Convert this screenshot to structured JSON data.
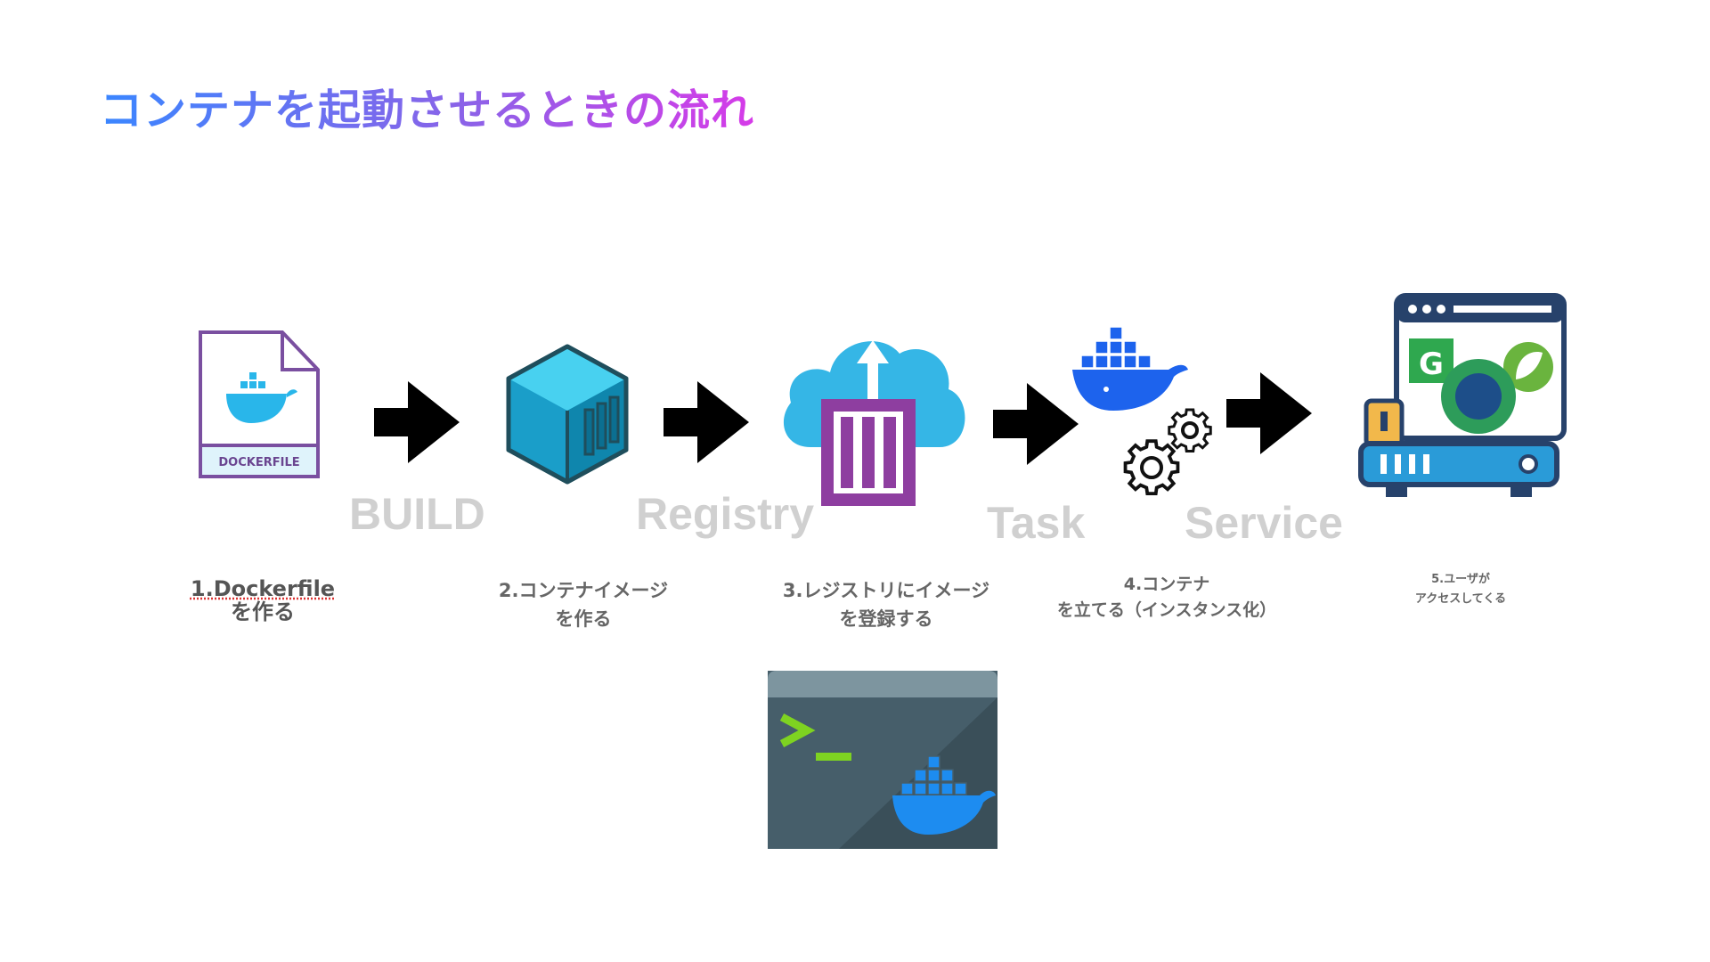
{
  "title": "コンテナを起動させるときの流れ",
  "stages": {
    "build": "BUILD",
    "registry": "Registry",
    "task": "Task",
    "service": "Service"
  },
  "dockerfile_icon_label": "DOCKERFILE",
  "steps": [
    {
      "line1": "1.Dockerfile",
      "line2": "を作る"
    },
    {
      "line1": "2.コンテナイメージ",
      "line2": "を作る"
    },
    {
      "line1": "3.レジストリにイメージ",
      "line2": "を登録する"
    },
    {
      "line1": "4.コンテナ",
      "line2": "を立てる（インスタンス化）"
    },
    {
      "line1": "5.ユーザが",
      "line2": "アクセスしてくる"
    }
  ],
  "colors": {
    "title_gradient_start": "#3a86ff",
    "title_gradient_end": "#d63be8",
    "docker_blue": "#2496ed",
    "stage_label": "#d0d0d0",
    "step_label": "#666666"
  }
}
